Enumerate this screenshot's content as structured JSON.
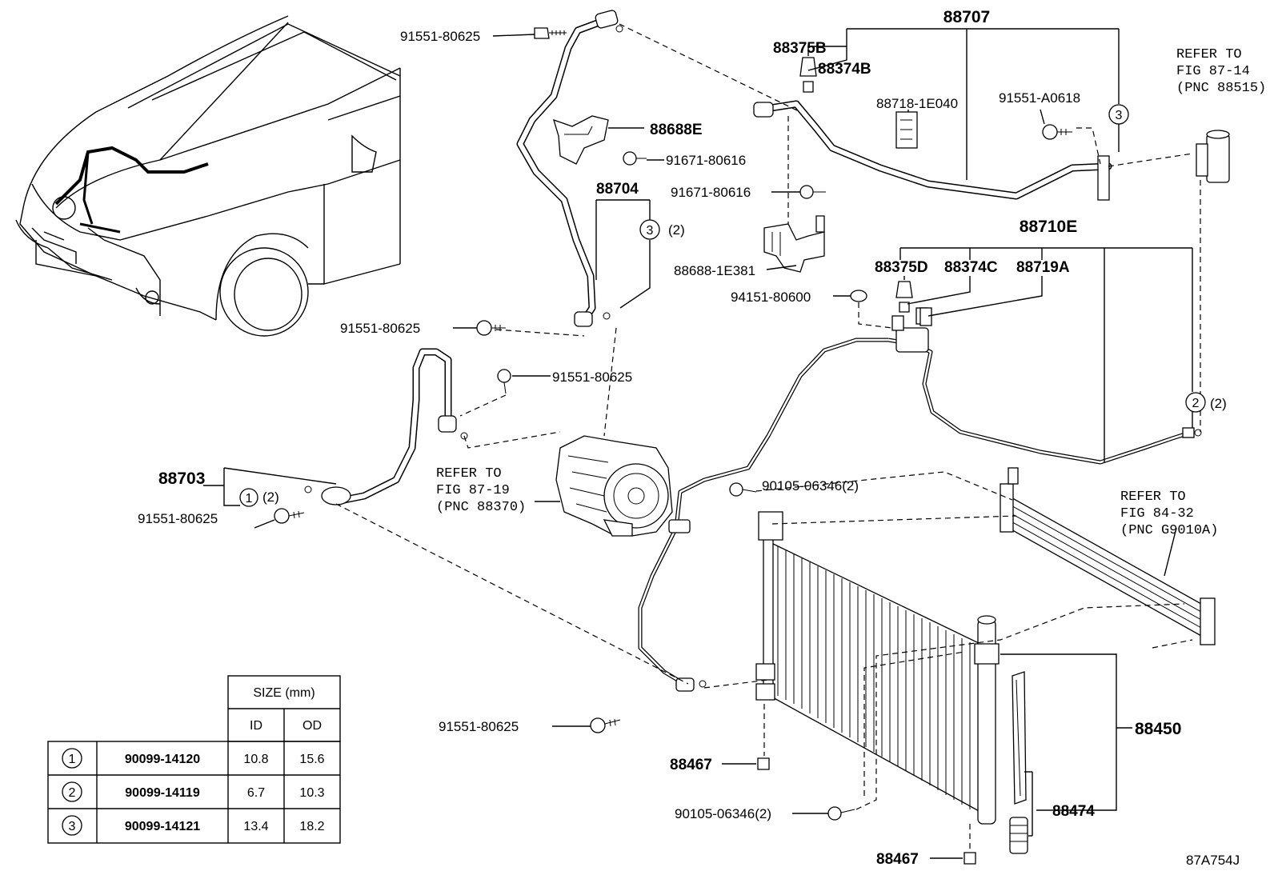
{
  "diagram_id": "87A754J",
  "parts": {
    "p88707": "88707",
    "p88375B": "88375B",
    "p88374B": "88374B",
    "p88718": "88718-1E040",
    "p91551A0618": "91551-A0618",
    "p91551_80625_top": "91551-80625",
    "p88688E": "88688E",
    "p91671_a": "91671-80616",
    "p88704": "88704",
    "p91671_b": "91671-80616",
    "p88688_1E381": "88688-1E381",
    "p88710E": "88710E",
    "p88375D": "88375D",
    "p88374C": "88374C",
    "p88719A": "88719A",
    "p94151": "94151-80600",
    "p91551_mid": "91551-80625",
    "p91551_mid2": "91551-80625",
    "p88703": "88703",
    "p91551_left": "91551-80625",
    "p90105_top": "90105-06346(2)",
    "p91551_bottom": "91551-80625",
    "p88467_a": "88467",
    "p88450": "88450",
    "p88474": "88474",
    "p90105_bottom": "90105-06346(2)",
    "p88467_b": "88467"
  },
  "qty": {
    "q3_88704": "(2)",
    "q1_88703": "(2)",
    "q2_88710E": "(2)"
  },
  "refs": {
    "ref_87_14": [
      "REFER TO",
      "FIG 87-14",
      "(PNC 88515)"
    ],
    "ref_87_19": [
      "REFER TO",
      "FIG 87-19",
      "(PNC 88370)"
    ],
    "ref_84_32": [
      "REFER TO",
      "FIG 84-32",
      "(PNC G9010A)"
    ]
  },
  "markers": {
    "one": "1",
    "two": "2",
    "three": "3"
  },
  "size_table": {
    "header": "SIZE (mm)",
    "col_id": "ID",
    "col_od": "OD",
    "rows": [
      {
        "mark": "1",
        "part": "90099-14120",
        "id": "10.8",
        "od": "15.6"
      },
      {
        "mark": "2",
        "part": "90099-14119",
        "id": "6.7",
        "od": "10.3"
      },
      {
        "mark": "3",
        "part": "90099-14121",
        "id": "13.4",
        "od": "18.2"
      }
    ]
  }
}
